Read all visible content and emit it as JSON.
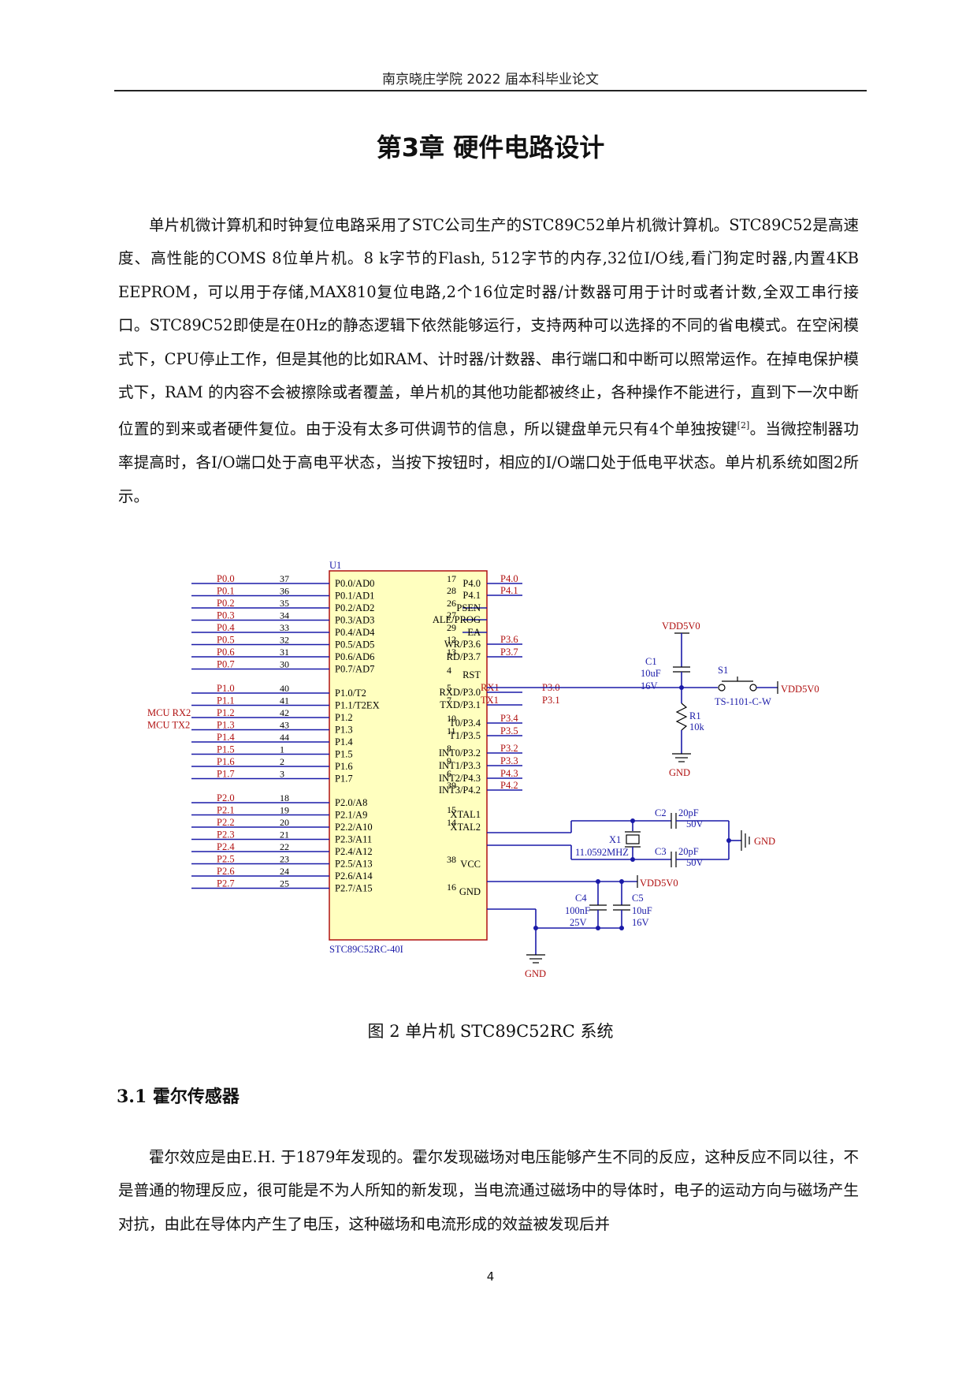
{
  "header": {
    "running_title": "南京晓庄学院 2022 届本科毕业论文",
    "page_number": "4"
  },
  "chapter_title": "第3章 硬件电路设计",
  "paragraph1": "单片机微计算机和时钟复位电路采用了STC公司生产的STC89C52单片机微计算机。STC89C52是高速度、高性能的COMS 8位单片机。8 k字节的Flash, 512字节的内存,32位I/O线,看门狗定时器,内置4KB EEPROM，可以用于存储,MAX810复位电路,2个16位定时器/计数器可用于计时或者计数,全双工串行接口。STC89C52即使是在0Hz的静态逻辑下依然能够运行，支持两种可以选择的不同的省电模式。在空闲模式下，CPU停止工作，但是其他的比如RAM、计时器/计数器、串行端口和中断可以照常运作。在掉电保护模式下，RAM 的内容不会被擦除或者覆盖，单片机的其他功能都被终止，各种操作不能进行，直到下一次中断位置的到来或者硬件复位。由于没有太多可供调节的信息，所以键盘单元只有4个单独按键",
  "paragraph1_ref": "[2]",
  "paragraph1_tail": "。当微控制器功率提高时，各I/O端口处于高电平状态，当按下按钮时，相应的I/O端口处于低电平状态。单片机系统如图2所示。",
  "figure": {
    "caption": "图 2  单片机 STC89C52RC 系统",
    "chip": {
      "ref": "U1",
      "part": "STC89C52RC-40I",
      "left_pins": [
        {
          "net": "P0.0",
          "num": "37",
          "name": "P0.0/AD0"
        },
        {
          "net": "P0.1",
          "num": "36",
          "name": "P0.1/AD1"
        },
        {
          "net": "P0.2",
          "num": "35",
          "name": "P0.2/AD2"
        },
        {
          "net": "P0.3",
          "num": "34",
          "name": "P0.3/AD3"
        },
        {
          "net": "P0.4",
          "num": "33",
          "name": "P0.4/AD4"
        },
        {
          "net": "P0.5",
          "num": "32",
          "name": "P0.5/AD5"
        },
        {
          "net": "P0.6",
          "num": "31",
          "name": "P0.6/AD6"
        },
        {
          "net": "P0.7",
          "num": "30",
          "name": "P0.7/AD7"
        },
        {
          "net": "P1.0",
          "num": "40",
          "name": "P1.0/T2"
        },
        {
          "net": "P1.1",
          "num": "41",
          "name": "P1.1/T2EX"
        },
        {
          "net": "P1.2",
          "num": "42",
          "name": "P1.2",
          "extra": "MCU RX2"
        },
        {
          "net": "P1.3",
          "num": "43",
          "name": "P1.3",
          "extra": "MCU TX2"
        },
        {
          "net": "P1.4",
          "num": "44",
          "name": "P1.4"
        },
        {
          "net": "P1.5",
          "num": "1",
          "name": "P1.5"
        },
        {
          "net": "P1.6",
          "num": "2",
          "name": "P1.6"
        },
        {
          "net": "P1.7",
          "num": "3",
          "name": "P1.7"
        },
        {
          "net": "P2.0",
          "num": "18",
          "name": "P2.0/A8"
        },
        {
          "net": "P2.1",
          "num": "19",
          "name": "P2.1/A9"
        },
        {
          "net": "P2.2",
          "num": "20",
          "name": "P2.2/A10"
        },
        {
          "net": "P2.3",
          "num": "21",
          "name": "P2.3/A11"
        },
        {
          "net": "P2.4",
          "num": "22",
          "name": "P2.4/A12"
        },
        {
          "net": "P2.5",
          "num": "23",
          "name": "P2.5/A13"
        },
        {
          "net": "P2.6",
          "num": "24",
          "name": "P2.6/A14"
        },
        {
          "net": "P2.7",
          "num": "25",
          "name": "P2.7/A15"
        }
      ],
      "right_pins": [
        {
          "name": "P4.0",
          "num": "17",
          "net": "P4.0"
        },
        {
          "name": "P4.1",
          "num": "28",
          "net": "P4.1"
        },
        {
          "name": "PSEN",
          "num": "26",
          "net": ""
        },
        {
          "name": "ALE/PROG",
          "num": "27",
          "net": ""
        },
        {
          "name": "EA",
          "num": "29",
          "net": ""
        },
        {
          "name": "WR/P3.6",
          "num": "12",
          "net": "P3.6"
        },
        {
          "name": "RD/P3.7",
          "num": "13",
          "net": "P3.7"
        },
        {
          "name": "RST",
          "num": "4",
          "net": ""
        },
        {
          "name": "RXD/P3.0",
          "num": "5",
          "net": "P3.0",
          "sig": "RX1"
        },
        {
          "name": "TXD/P3.1",
          "num": "7",
          "net": "P3.1",
          "sig": "TX1"
        },
        {
          "name": "T0/P3.4",
          "num": "10",
          "net": "P3.4"
        },
        {
          "name": "T1/P3.5",
          "num": "11",
          "net": "P3.5"
        },
        {
          "name": "INT0/P3.2",
          "num": "8",
          "net": "P3.2"
        },
        {
          "name": "INT1/P3.3",
          "num": "9",
          "net": "P3.3"
        },
        {
          "name": "INT2/P4.3",
          "num": "6",
          "net": "P4.3"
        },
        {
          "name": "INT3/P4.2",
          "num": "39",
          "net": "P4.2"
        },
        {
          "name": "XTAL1",
          "num": "15",
          "net": ""
        },
        {
          "name": "XTAL2",
          "num": "14",
          "net": ""
        },
        {
          "name": "VCC",
          "num": "38",
          "net": ""
        },
        {
          "name": "GND",
          "num": "16",
          "net": ""
        }
      ]
    },
    "reset": {
      "vdd_top": "VDD5V0",
      "c1_ref": "C1",
      "c1_val": "10uF",
      "c1_volt": "16V",
      "s1_ref": "S1",
      "s1_part": "TS-1101-C-W",
      "s1_vdd": "VDD5V0",
      "r1_ref": "R1",
      "r1_val": "10k",
      "gnd": "GND"
    },
    "crystal": {
      "c2_ref": "C2",
      "c2_val": "20pF",
      "c2_volt": "50V",
      "x1_ref": "X1",
      "x1_val": "11.0592MHZ",
      "c3_ref": "C3",
      "c3_val": "20pF",
      "c3_volt": "50V",
      "gnd": "GND"
    },
    "power": {
      "vdd": "VDD5V0",
      "c4_ref": "C4",
      "c4_val": "100nF",
      "c4_volt": "25V",
      "c5_ref": "C5",
      "c5_val": "10uF",
      "c5_volt": "16V",
      "gnd": "GND"
    }
  },
  "section_title": "3.1 霍尔传感器",
  "paragraph2": "霍尔效应是由E.H. 于1879年发现的。霍尔发现磁场对电压能够产生不同的反应，这种反应不同以往，不是普通的物理反应，很可能是不为人所知的新发现，当电流通过磁场中的导体时，电子的运动方向与磁场产生对抗，由此在导体内产生了电压，这种磁场和电流形成的效益被发现后并"
}
